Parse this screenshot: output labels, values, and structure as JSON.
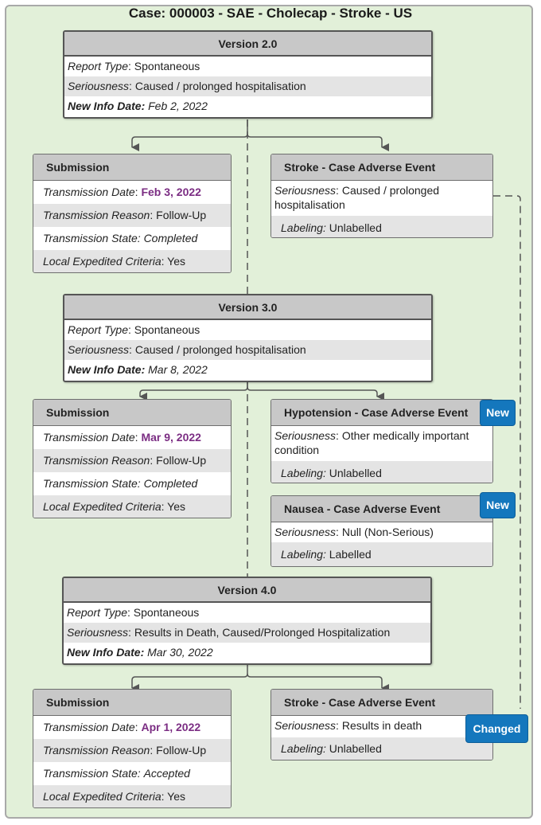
{
  "title": "Case: 000003 - SAE - Cholecap - Stroke - US",
  "versions": [
    {
      "header": "Version 2.0",
      "report_type_label": "Report Type",
      "report_type_value": "Spontaneous",
      "seriousness_label": "Seriousness",
      "seriousness_value": "Caused / prolonged hospitalisation",
      "new_info_label": "New Info Date:",
      "new_info_value": "Feb 2, 2022"
    },
    {
      "header": "Version 3.0",
      "report_type_label": "Report Type",
      "report_type_value": "Spontaneous",
      "seriousness_label": "Seriousness",
      "seriousness_value": "Caused / prolonged hospitalisation",
      "new_info_label": "New Info Date:",
      "new_info_value": "Mar 8, 2022"
    },
    {
      "header": "Version 4.0",
      "report_type_label": "Report Type",
      "report_type_value": "Spontaneous",
      "seriousness_label": "Seriousness",
      "seriousness_value": "Results in Death, Caused/Prolonged Hospitalization",
      "new_info_label": "New Info Date:",
      "new_info_value": "Mar 30, 2022"
    }
  ],
  "submissions": [
    {
      "header": "Submission",
      "tx_date_label": "Transmission Date",
      "tx_date_value": "Feb 3, 2022",
      "tx_reason_label": "Transmission Reason",
      "tx_reason_value": "Follow-Up",
      "tx_state_label": "Transmission State:",
      "tx_state_value": "Completed",
      "local_label": "Local Expedited Criteria",
      "local_value": "Yes"
    },
    {
      "header": "Submission",
      "tx_date_label": "Transmission Date",
      "tx_date_value": "Mar 9, 2022",
      "tx_reason_label": "Transmission Reason",
      "tx_reason_value": "Follow-Up",
      "tx_state_label": "Transmission State:",
      "tx_state_value": "Completed",
      "local_label": "Local Expedited Criteria",
      "local_value": "Yes"
    },
    {
      "header": "Submission",
      "tx_date_label": "Transmission Date",
      "tx_date_value": "Apr 1, 2022",
      "tx_reason_label": "Transmission Reason",
      "tx_reason_value": "Follow-Up",
      "tx_state_label": "Transmission State:",
      "tx_state_value": "Accepted",
      "local_label": "Local Expedited Criteria",
      "local_value": "Yes"
    }
  ],
  "events": [
    {
      "header": "Stroke - Case Adverse Event",
      "seriousness_label": "Seriousness",
      "seriousness_value": "Caused / prolonged hospitalisation",
      "labeling_label": "Labeling:",
      "labeling_value": "Unlabelled"
    },
    {
      "header": "Hypotension - Case Adverse Event",
      "seriousness_label": "Seriousness",
      "seriousness_value": "Other medically important condition",
      "labeling_label": "Labeling:",
      "labeling_value": "Unlabelled",
      "badge": "New"
    },
    {
      "header": "Nausea - Case Adverse Event",
      "seriousness_label": "Seriousness",
      "seriousness_value": "Null (Non-Serious)",
      "labeling_label": "Labeling:",
      "labeling_value": "Labelled",
      "badge": "New"
    },
    {
      "header": "Stroke - Case Adverse Event",
      "seriousness_label": "Seriousness",
      "seriousness_value": "Results in death",
      "labeling_label": "Labeling:",
      "labeling_value": "Unlabelled",
      "badge": "Changed"
    }
  ],
  "colors": {
    "background": "#e2f0d9",
    "header_gray": "#c8c8c8",
    "date_purple": "#7b2d83",
    "badge_blue": "#1477bd"
  }
}
